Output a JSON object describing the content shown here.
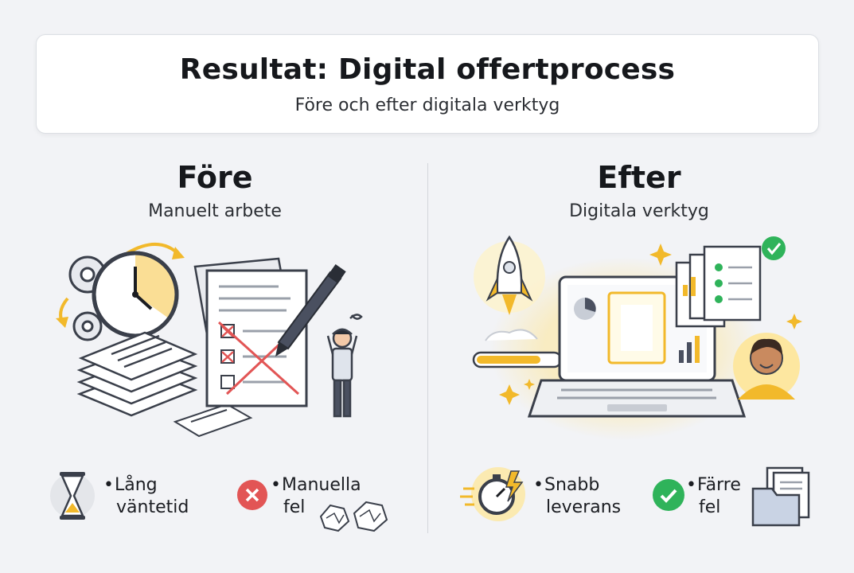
{
  "header": {
    "title": "Resultat: Digital offertprocess",
    "subtitle": "Före och efter digitala verktyg"
  },
  "before": {
    "title": "Före",
    "subtitle": "Manuelt arbete",
    "bullets": [
      {
        "line1": "Lång",
        "line2": "väntetid",
        "icon": "hourglass-icon"
      },
      {
        "line1": "Manuella",
        "line2": "fel",
        "icon": "error-x-icon"
      }
    ]
  },
  "after": {
    "title": "Efter",
    "subtitle": "Digitala verktyg",
    "bullets": [
      {
        "line1": "Snabb",
        "line2": "leverans",
        "icon": "stopwatch-bolt-icon"
      },
      {
        "line1": "Färre",
        "line2": "fel",
        "icon": "checkmark-icon"
      }
    ]
  },
  "colors": {
    "accent_yellow": "#f2b92b",
    "error_red": "#e25555",
    "success_green": "#2fb35a",
    "line_dark": "#3a3f4a"
  }
}
